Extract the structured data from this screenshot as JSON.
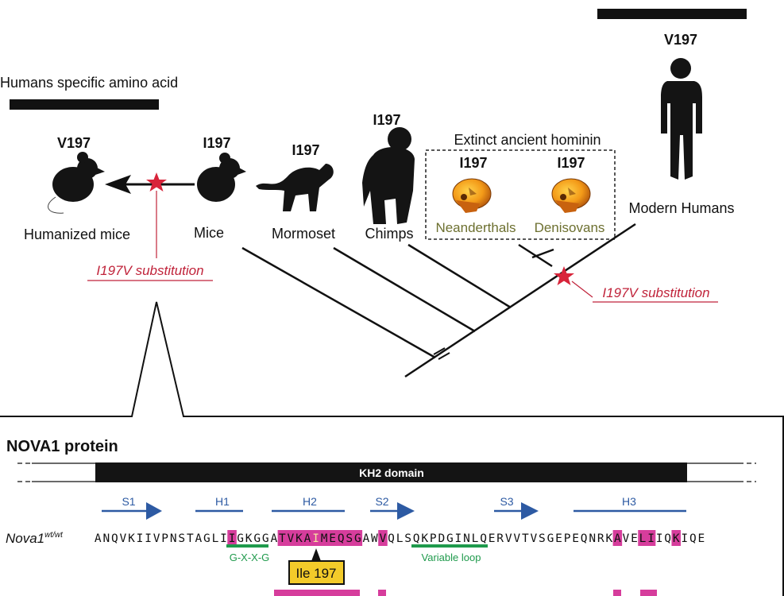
{
  "colors": {
    "accent_red": "#c0233a",
    "highlight_magenta": "#d63d9c",
    "motif_green": "#1f9a4c",
    "structure_blue": "#2d5aa3",
    "label_yellow": "#f3cb2a",
    "skull_label_olive": "#6d7030"
  },
  "top_right_label": "V197",
  "left_header": "Humans specific amino acid",
  "species": [
    {
      "id": "humanized-mice",
      "name": "Humanized mice",
      "residue": "V197",
      "icon": "mouse-icon"
    },
    {
      "id": "mice",
      "name": "Mice",
      "residue": "I197",
      "icon": "mouse-icon"
    },
    {
      "id": "marmoset",
      "name": "Mormoset",
      "residue": "I197",
      "icon": "marmoset-icon"
    },
    {
      "id": "chimps",
      "name": "Chimps",
      "residue": "I197",
      "icon": "chimp-icon"
    },
    {
      "id": "neanderthals",
      "name": "Neanderthals",
      "residue": "I197",
      "icon": "skull-icon"
    },
    {
      "id": "denisovans",
      "name": "Denisovans",
      "residue": "I197",
      "icon": "skull-icon"
    },
    {
      "id": "modern-humans",
      "name": "Modern Humans",
      "residue": "V197",
      "icon": "human-icon"
    }
  ],
  "extinct_box_label": "Extinct ancient  hominin",
  "substitution_label": "I197V substitution",
  "protein_title": "NOVA1 protein",
  "domain_label": "KH2 domain",
  "structure_elements": [
    {
      "label": "S1",
      "type": "strand"
    },
    {
      "label": "H1",
      "type": "helix"
    },
    {
      "label": "H2",
      "type": "helix"
    },
    {
      "label": "S2",
      "type": "strand"
    },
    {
      "label": "S3",
      "type": "strand"
    },
    {
      "label": "H3",
      "type": "helix"
    }
  ],
  "sequence_row": {
    "label_main": "Nova1",
    "label_super": "wt/wt",
    "sequence": "ANQVKIIVPNSTAGLIIGKGGATVKAIMEQSGAWVQLSQKPDGINLQERVVTVSGEPEQNRKAVELIIQKIQE"
  },
  "motifs": [
    {
      "label": "G-X-X-G"
    },
    {
      "label": "Variable loop"
    }
  ],
  "callout_label": "Ile 197"
}
